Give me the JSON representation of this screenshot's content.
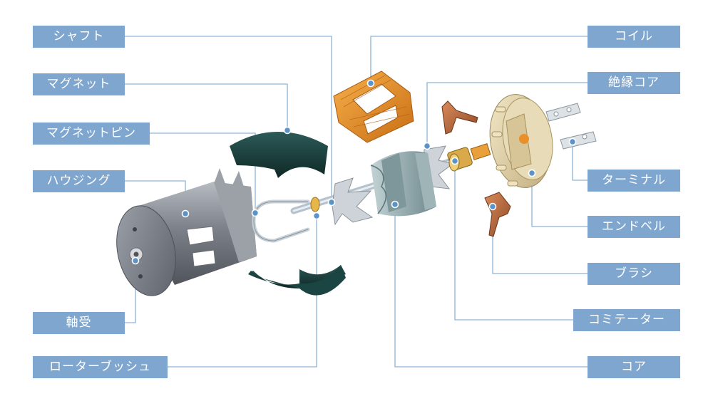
{
  "labels": {
    "shaft": "シャフト",
    "magnet": "マグネット",
    "magnet_pin": "マグネットピン",
    "housing": "ハウジング",
    "bearing": "軸受",
    "rotor_bush": "ローターブッシュ",
    "coil": "コイル",
    "insulated_core": "絶縁コア",
    "terminal": "ターミナル",
    "end_bell": "エンドベル",
    "brush": "ブラシ",
    "commutator": "コミテーター",
    "core": "コア"
  },
  "colors": {
    "label_bg": "#7fa6cf",
    "leader_line": "#8fb3d6",
    "marker": "#5b93c9",
    "magnet": "#173c3a",
    "coil": "#e8902c",
    "core": "#8ea7ab",
    "housing": "#7b8088",
    "end_bell": "#e0d2a8"
  },
  "icons": [
    "motor-housing-icon",
    "magnet-icon",
    "coil-icon",
    "core-icon",
    "end-bell-icon",
    "brush-icon",
    "terminal-icon"
  ]
}
